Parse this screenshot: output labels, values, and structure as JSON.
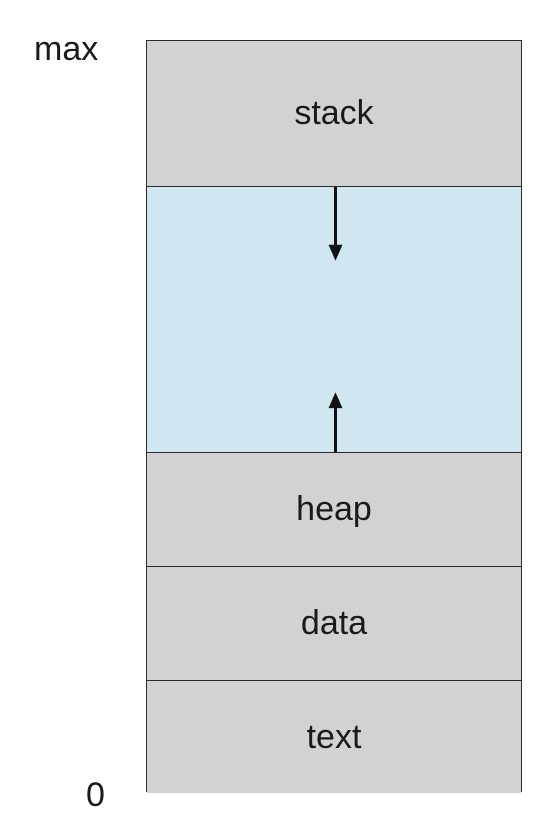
{
  "address_labels": {
    "top": "max",
    "bottom": "0"
  },
  "segments": {
    "stack": "stack",
    "heap": "heap",
    "data": "data",
    "text": "text"
  },
  "colors": {
    "segment_fill": "#d2d2d2",
    "free_space_fill": "#d0e6f0",
    "border": "#2b2b2b"
  },
  "arrows": {
    "stack_growth": "down",
    "heap_growth": "up"
  }
}
